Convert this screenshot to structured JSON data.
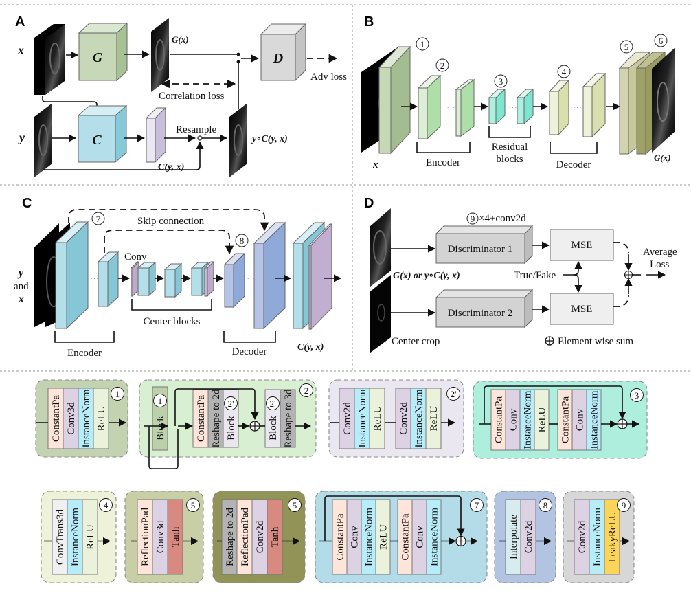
{
  "panels": {
    "A": {
      "label": "A",
      "input_x": "x",
      "input_y": "y",
      "generator": "G",
      "registration": "C",
      "discriminator": "D",
      "gx_label": "G(x)",
      "cyx_label": "C(y, x)",
      "warped_label": "y∘C(y, x)",
      "resample_label": "Resample",
      "correlation_loss": "Correlation loss",
      "adv_loss": "Adv loss"
    },
    "B": {
      "label": "B",
      "input_label": "x",
      "output_label": "G(x)",
      "encoder_label": "Encoder",
      "residual_label_1": "Residual",
      "residual_label_2": "blocks",
      "decoder_label": "Decoder",
      "markers": [
        "1",
        "2",
        "3",
        "4",
        "5",
        "6"
      ],
      "ellipsis": "···"
    },
    "C": {
      "label": "C",
      "input_label_1": "y",
      "input_label_2": "and",
      "input_label_3": "x",
      "skip_label": "Skip connection",
      "conv_label": "Conv",
      "center_label": "Center blocks",
      "encoder_label": "Encoder",
      "decoder_label": "Decoder",
      "output_label": "C(y, x)",
      "markers": [
        "7",
        "8"
      ],
      "ellipsis": "···"
    },
    "D": {
      "label": "D",
      "top_note_marker": "9",
      "top_note": "×4+conv2d",
      "disc1": "Discriminator 1",
      "disc2": "Discriminator 2",
      "mse1": "MSE",
      "mse2": "MSE",
      "true_fake": "True/Fake",
      "input1_label": "G(x) or y∘C(y, x)",
      "input2_label": "Center crop",
      "avg_1": "Average",
      "avg_2": "Loss",
      "legend": "Element wise sum"
    }
  },
  "blocks": [
    {
      "id": "1",
      "marker": "1",
      "bg": "#c3d2b1",
      "layers": [
        {
          "name": "ConstantPa",
          "color": "#fde6d9"
        },
        {
          "name": "Conv3d",
          "color": "#ddd1e4"
        },
        {
          "name": "InstanceNorm",
          "color": "#b7ecf9"
        },
        {
          "name": "ReLU",
          "color": "#ebf2dc"
        }
      ]
    },
    {
      "id": "2",
      "marker": "2",
      "bg": "#d9efd2",
      "block_a": {
        "name": "Block",
        "marker": "1",
        "color": "#bcd1ab"
      },
      "layers": [
        {
          "name": "ConstantPa",
          "color": "#fde6d9"
        },
        {
          "name": "Reshape to 2d",
          "color": "#b3b3b3"
        },
        {
          "name": "Block",
          "marker": "2'",
          "color": "#ebe7f0"
        }
      ],
      "layers2": [
        {
          "name": "Block",
          "marker": "2'",
          "color": "#ebe7f0"
        },
        {
          "name": "Reshape to 3d",
          "color": "#b3b3b3"
        }
      ]
    },
    {
      "id": "2p",
      "marker": "2'",
      "bg": "#ebe7f0",
      "layers": [
        {
          "name": "Conv2d",
          "color": "#ddd1e4"
        },
        {
          "name": "InstanceNorm",
          "color": "#b7ecf9"
        },
        {
          "name": "ReLU",
          "color": "#ebf2dc"
        }
      ],
      "layers2": [
        {
          "name": "Conv2d",
          "color": "#ddd1e4"
        },
        {
          "name": "InstanceNorm",
          "color": "#b7ecf9"
        },
        {
          "name": "ReLU",
          "color": "#ebf2dc"
        }
      ]
    },
    {
      "id": "3",
      "marker": "3",
      "bg": "#aeeedd",
      "layers": [
        {
          "name": "ConstantPa",
          "color": "#fde6d9"
        },
        {
          "name": "Conv",
          "color": "#ddd1e4"
        },
        {
          "name": "InstanceNorm",
          "color": "#b7ecf9"
        },
        {
          "name": "ReLU",
          "color": "#ebf2dc"
        }
      ],
      "layers2": [
        {
          "name": "ConstantPa",
          "color": "#fde6d9"
        },
        {
          "name": "Conv",
          "color": "#ddd1e4"
        },
        {
          "name": "InstanceNorm",
          "color": "#b7ecf9"
        }
      ]
    },
    {
      "id": "4",
      "marker": "4",
      "bg": "#eef2d9",
      "layers": [
        {
          "name": "ConvTrans3d",
          "color": "#f0f0f0"
        },
        {
          "name": "InstanceNorm",
          "color": "#b7ecf9"
        },
        {
          "name": "ReLU",
          "color": "#ebf2dc"
        }
      ]
    },
    {
      "id": "5",
      "marker": "5",
      "bg": "#c8cfa6",
      "layers": [
        {
          "name": "ReflectionPad",
          "color": "#fde6d9"
        },
        {
          "name": "Conv3d",
          "color": "#ddd1e4"
        },
        {
          "name": "Tanh",
          "color": "#d98a80"
        }
      ]
    },
    {
      "id": "5b",
      "marker": "5",
      "bg": "#929357",
      "layers": [
        {
          "name": "Reshape to 2d",
          "color": "#b3b3b3"
        },
        {
          "name": "ReflectionPad",
          "color": "#fde6d9"
        },
        {
          "name": "Conv2d",
          "color": "#ddd1e4"
        },
        {
          "name": "Tanh",
          "color": "#d98a80"
        }
      ]
    },
    {
      "id": "7",
      "marker": "7",
      "bg": "#b4dce8",
      "layers": [
        {
          "name": "ConstantPa",
          "color": "#fde6d9"
        },
        {
          "name": "Conv",
          "color": "#ddd1e4"
        },
        {
          "name": "InstanceNorm",
          "color": "#b7ecf9"
        },
        {
          "name": "ReLU",
          "color": "#ebf2dc"
        }
      ],
      "layers2": [
        {
          "name": "ConstantPa",
          "color": "#fde6d9"
        },
        {
          "name": "Conv",
          "color": "#ddd1e4"
        },
        {
          "name": "InstanceNorm",
          "color": "#b7ecf9"
        }
      ]
    },
    {
      "id": "8",
      "marker": "8",
      "bg": "#b3c4e3",
      "layers": [
        {
          "name": "Interpolate",
          "color": "#d8ecef"
        },
        {
          "name": "Conv2d",
          "color": "#ddd1e4"
        }
      ]
    },
    {
      "id": "9",
      "marker": "9",
      "bg": "#d7d7d7",
      "layers": [
        {
          "name": "Conv2d",
          "color": "#ddd1e4"
        },
        {
          "name": "InstanceNorm",
          "color": "#b7ecf9"
        },
        {
          "name": "LeakyReLU",
          "color": "#fbd55a"
        }
      ]
    }
  ]
}
